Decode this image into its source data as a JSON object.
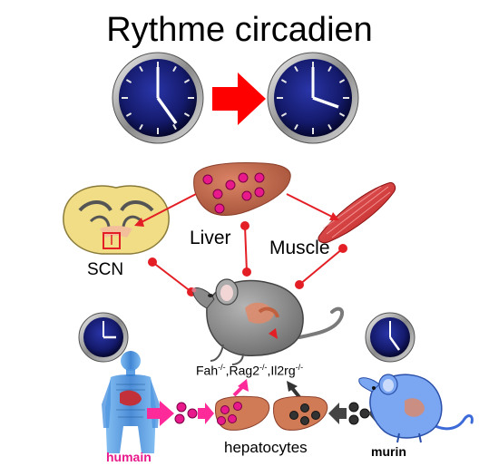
{
  "title": "Rythme circadien",
  "labels": {
    "liver": "Liver",
    "muscle": "Muscle",
    "scn": "SCN",
    "hepatocytes": "hepatocytes",
    "humain": "humain",
    "murin": "murin"
  },
  "genotype": [
    {
      "gene": "Fah",
      "sup": "-/-"
    },
    {
      "gene": ",Rag2",
      "sup": "-/-"
    },
    {
      "gene": ",Il2rg",
      "sup": "-/-"
    }
  ],
  "colors": {
    "clock_face": "#141a6b",
    "red_arrow": "#ff0000",
    "connector": "#e31e24",
    "liver": "#c8684a",
    "hepatocyte": "#d07b55",
    "pink_dot": "#e8198b",
    "magenta_arrow": "#ff2a9a",
    "human_blue": "#3c86d8",
    "mouse_gray": "#8e8e8e",
    "murin_blue": "#7aa6f2"
  }
}
